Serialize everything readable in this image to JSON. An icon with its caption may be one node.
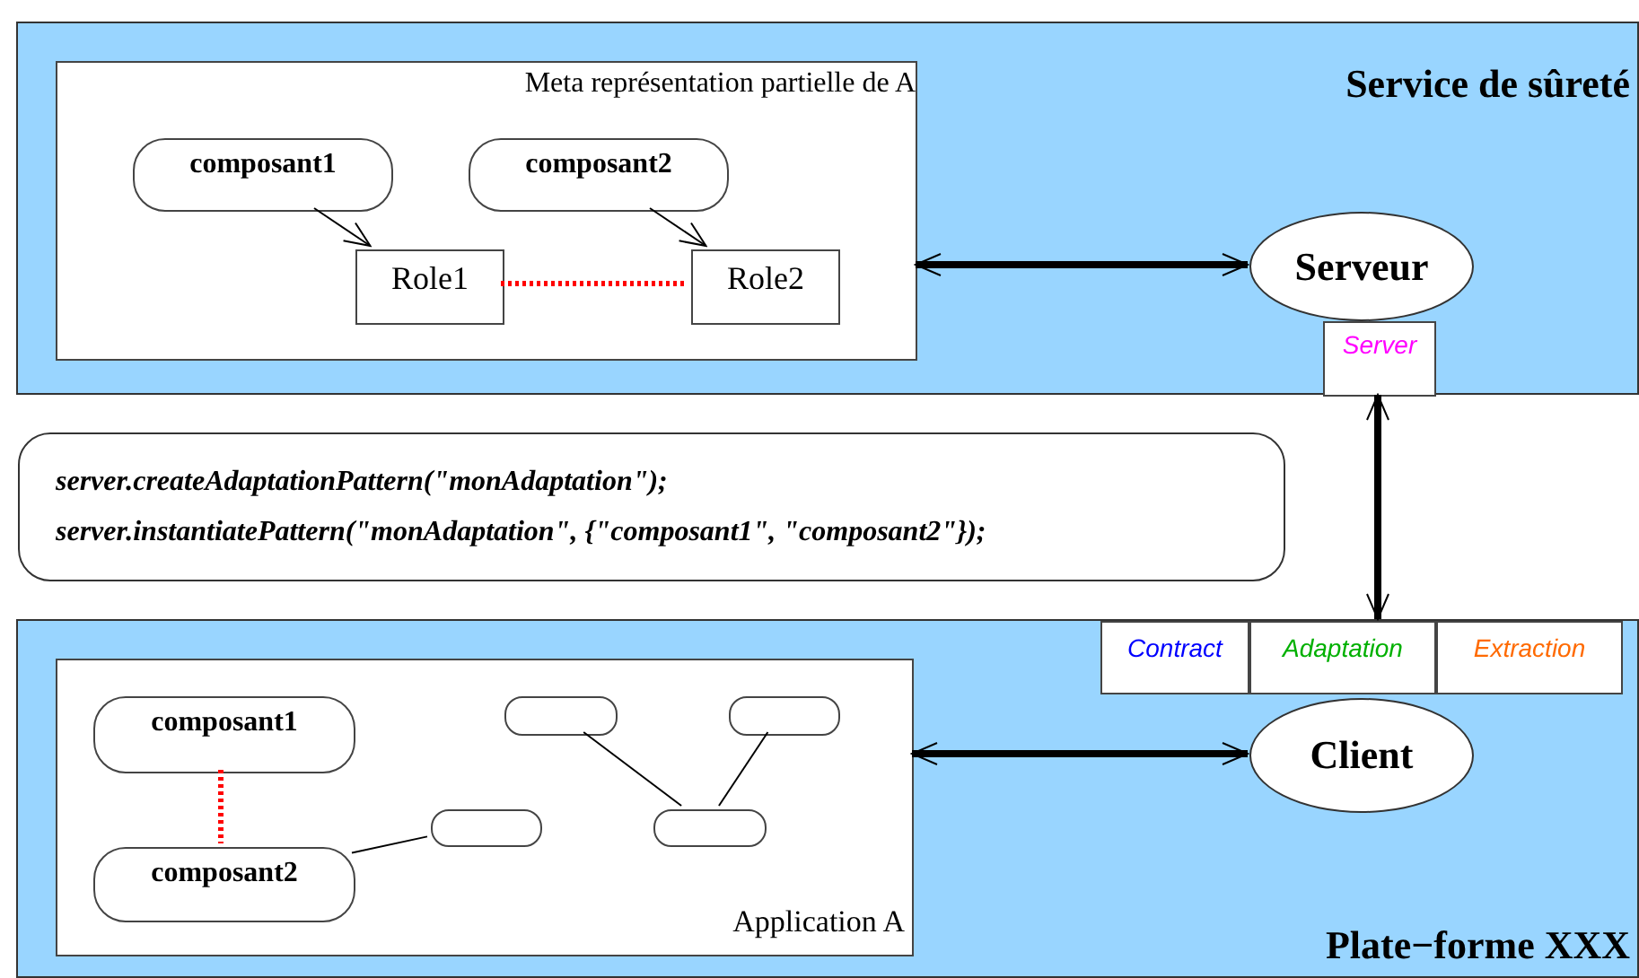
{
  "diagram": {
    "nodes": [
      {
        "text": [
          "Service de sûreté"
        ]
      },
      {
        "text": [
          "Meta représentation partielle de A"
        ],
        "in": 0
      },
      {
        "text": [
          "composant1"
        ],
        "in": 1
      },
      {
        "text": [
          "composant2"
        ],
        "in": 1
      },
      {
        "text": [
          "Role1"
        ],
        "in": 1
      },
      {
        "text": [
          "Role2"
        ],
        "in": 1
      },
      {
        "text": [
          "Serveur"
        ],
        "in": 0
      },
      {
        "text": [
          "Server"
        ],
        "in": 0
      },
      {
        "text": [
          "server.createAdaptationPattern(\"monAdaptation\");",
          "server.instantiatePattern(\"monAdaptation\", {\"composant1\", \"composant2\"});"
        ]
      },
      {
        "text": [
          "Plate−forme XXX"
        ]
      },
      {
        "text": [
          "Contract"
        ],
        "in": 9
      },
      {
        "text": [
          "Adaptation"
        ],
        "in": 9
      },
      {
        "text": [
          "Extraction"
        ],
        "in": 9
      },
      {
        "text": [
          "Client"
        ],
        "in": 9
      },
      {
        "text": [
          "Application A"
        ],
        "in": 9
      },
      {
        "text": [
          "composant1"
        ],
        "in": 14
      },
      {
        "text": [
          "composant2"
        ],
        "in": 14
      },
      {
        "text": [],
        "shape": "box",
        "in": 14
      },
      {
        "text": [],
        "shape": "box",
        "in": 14
      },
      {
        "text": [],
        "shape": "box",
        "in": 14
      },
      {
        "text": [],
        "shape": "box",
        "in": 14
      }
    ],
    "edges": [
      {
        "from": 2,
        "to": 4,
        "arrow": "to"
      },
      {
        "from": 3,
        "to": 5,
        "arrow": "to"
      },
      {
        "from": 4,
        "to": 5,
        "arrow": "none",
        "style": "dashed",
        "color": "#ff0000"
      },
      {
        "from": 1,
        "to": 6,
        "arrow": "both",
        "style": "thick"
      },
      {
        "from": 7,
        "to": 11,
        "arrow": "both",
        "style": "thick"
      },
      {
        "from": 14,
        "to": 13,
        "arrow": "both",
        "style": "thick"
      },
      {
        "from": 15,
        "to": 16,
        "arrow": "none",
        "style": "dashed",
        "color": "#ff0000"
      },
      {
        "from": 16,
        "to": 17,
        "arrow": "none"
      },
      {
        "from": 18,
        "to": 20,
        "arrow": "none"
      },
      {
        "from": 19,
        "to": 20,
        "arrow": "none"
      }
    ]
  }
}
